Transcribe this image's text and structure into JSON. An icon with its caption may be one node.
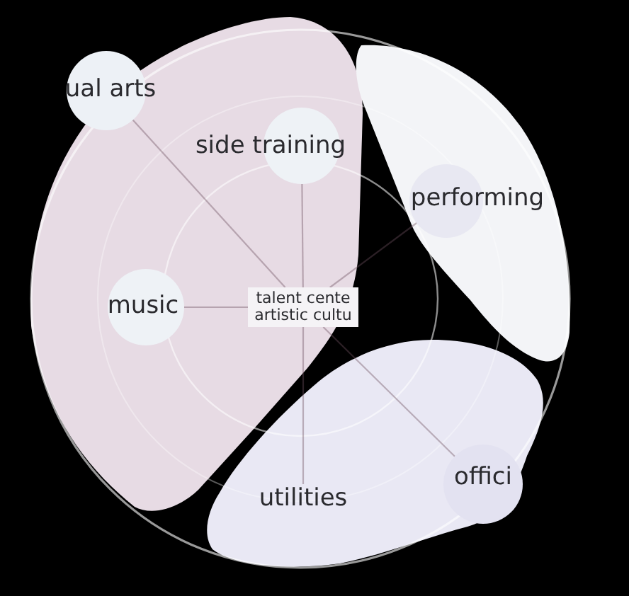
{
  "diagram": {
    "nodes": [
      {
        "text": [
          "ual arts"
        ]
      },
      {
        "text": [
          "side training"
        ]
      },
      {
        "text": [
          "performing"
        ]
      },
      {
        "text": [
          "talent cente artistic cultu"
        ]
      },
      {
        "text": [
          "music"
        ]
      },
      {
        "text": [
          "utilities"
        ]
      },
      {
        "text": [
          "offici"
        ]
      }
    ],
    "edges": [
      {
        "from": 3,
        "to": 0,
        "arrow": "none"
      },
      {
        "from": 3,
        "to": 1,
        "arrow": "none"
      },
      {
        "from": 3,
        "to": 2,
        "arrow": "none"
      },
      {
        "from": 3,
        "to": 4,
        "arrow": "none"
      },
      {
        "from": 3,
        "to": 5,
        "arrow": "none"
      },
      {
        "from": 3,
        "to": 6,
        "arrow": "none"
      }
    ]
  }
}
